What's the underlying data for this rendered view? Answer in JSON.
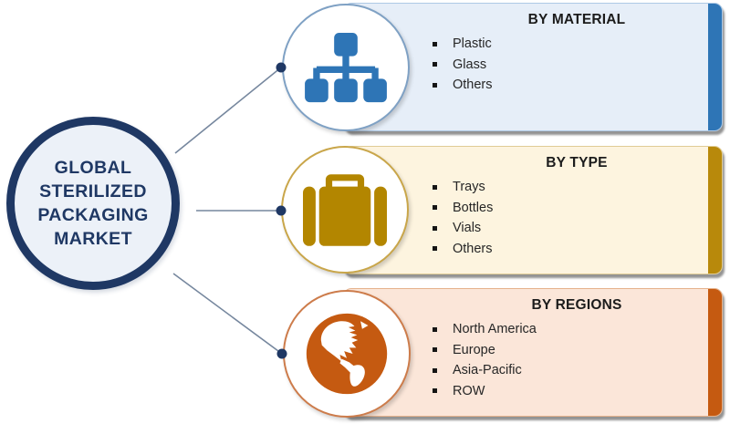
{
  "center": {
    "title": "GLOBAL STERILIZED PACKAGING MARKET"
  },
  "panels": [
    {
      "header": "BY MATERIAL",
      "items": [
        "Plastic",
        "Glass",
        "Others"
      ],
      "icon": "hierarchy-icon",
      "accent_color": "#2E75B6",
      "fill_color": "#E6EEF8"
    },
    {
      "header": "BY TYPE",
      "items": [
        "Trays",
        "Bottles",
        "Vials",
        "Others"
      ],
      "icon": "briefcase-icon",
      "accent_color": "#BF9000",
      "fill_color": "#FDF4DF"
    },
    {
      "header": "BY REGIONS",
      "items": [
        "North America",
        "Europe",
        "Asia-Pacific",
        "ROW"
      ],
      "icon": "globe-icon",
      "accent_color": "#C55A11",
      "fill_color": "#FBE6D9"
    }
  ],
  "colors": {
    "center_circle_border": "#1F3864",
    "center_circle_fill": "#ECF1F8",
    "center_text": "#1F3864",
    "connector_line": "#76879E",
    "connector_dot": "#1F3864",
    "material_icon": "#2E75B6",
    "type_icon": "#B38600",
    "regions_icon": "#C55A11"
  }
}
